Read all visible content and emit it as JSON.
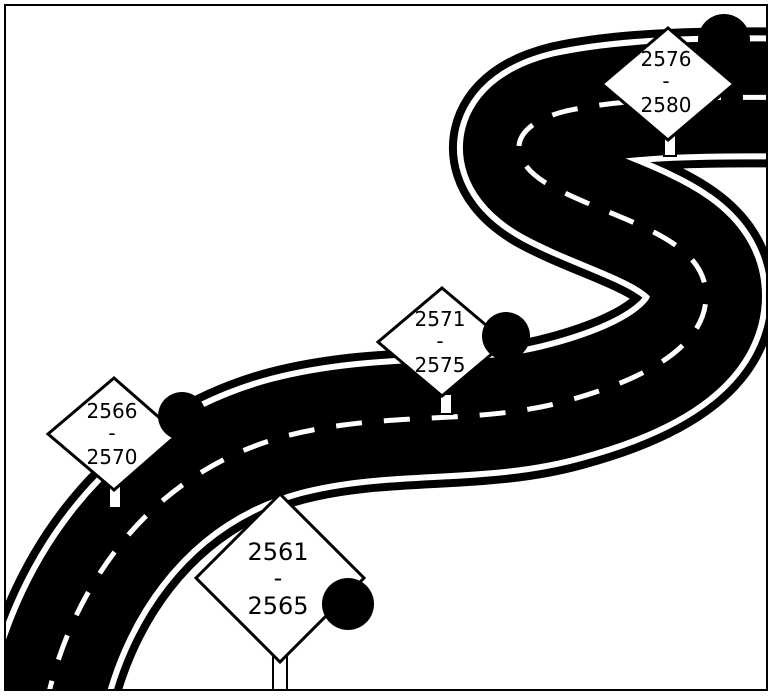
{
  "colors": {
    "road": "#000000",
    "lane_marking": "#ffffff",
    "sign_fill": "#ffffff",
    "sign_stroke": "#000000",
    "dot": "#000000"
  },
  "milestones": [
    {
      "top": "2561",
      "dash": "-",
      "bottom": "2565"
    },
    {
      "top": "2566",
      "dash": "-",
      "bottom": "2570"
    },
    {
      "top": "2571",
      "dash": "-",
      "bottom": "2575"
    },
    {
      "top": "2576",
      "dash": "-",
      "bottom": "2580"
    }
  ]
}
